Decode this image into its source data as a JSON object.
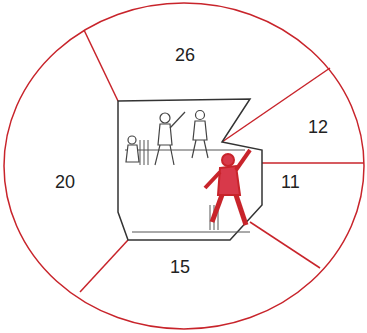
{
  "diagram": {
    "labels": [
      "26",
      "12",
      "11",
      "15",
      "20"
    ]
  }
}
